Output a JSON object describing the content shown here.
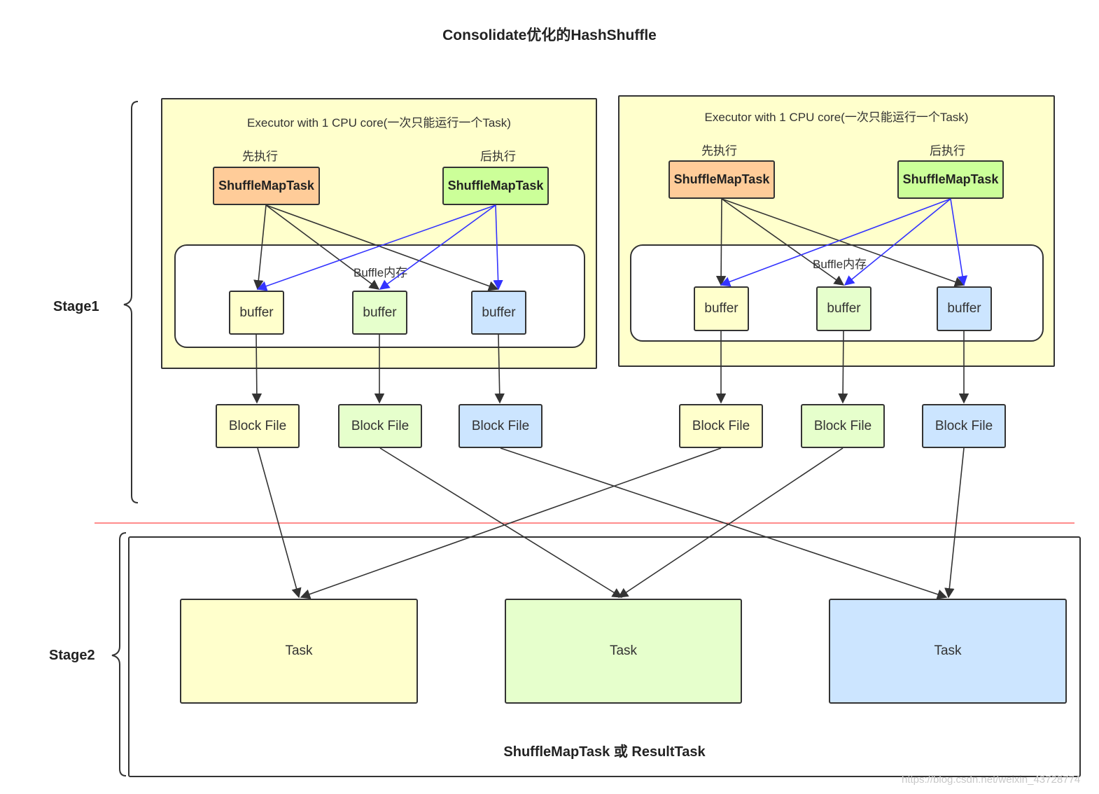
{
  "title": "Consolidate优化的HashShuffle",
  "stages": {
    "stage1": "Stage1",
    "stage2": "Stage2"
  },
  "executors": [
    {
      "title": "Executor with 1 CPU core(一次只能运行一个Task)",
      "first_label": "先执行",
      "second_label": "后执行",
      "task_first": "ShuffleMapTask",
      "task_second": "ShuffleMapTask",
      "buffer_mem_label": "Buffle内存",
      "buffers": [
        "buffer",
        "buffer",
        "buffer"
      ]
    },
    {
      "title": "Executor with 1 CPU core(一次只能运行一个Task)",
      "first_label": "先执行",
      "second_label": "后执行",
      "task_first": "ShuffleMapTask",
      "task_second": "ShuffleMapTask",
      "buffer_mem_label": "Buffle内存",
      "buffers": [
        "buffer",
        "buffer",
        "buffer"
      ]
    }
  ],
  "block_files": [
    "Block File",
    "Block File",
    "Block File",
    "Block File",
    "Block File",
    "Block File"
  ],
  "stage2_tasks": [
    "Task",
    "Task",
    "Task"
  ],
  "stage2_footer": "ShuffleMapTask 或 ResultTask",
  "watermark": "https://blog.csdn.net/weixin_43728774",
  "colors": {
    "executor_bg": "#ffffcc",
    "task_orange": "#ffcc99",
    "task_green": "#ccff99",
    "yellow": "#ffffcc",
    "green": "#e6ffcc",
    "blue": "#cce5ff",
    "arrow_black": "#333333",
    "arrow_blue": "#3333ff",
    "divider": "#ff6666"
  }
}
